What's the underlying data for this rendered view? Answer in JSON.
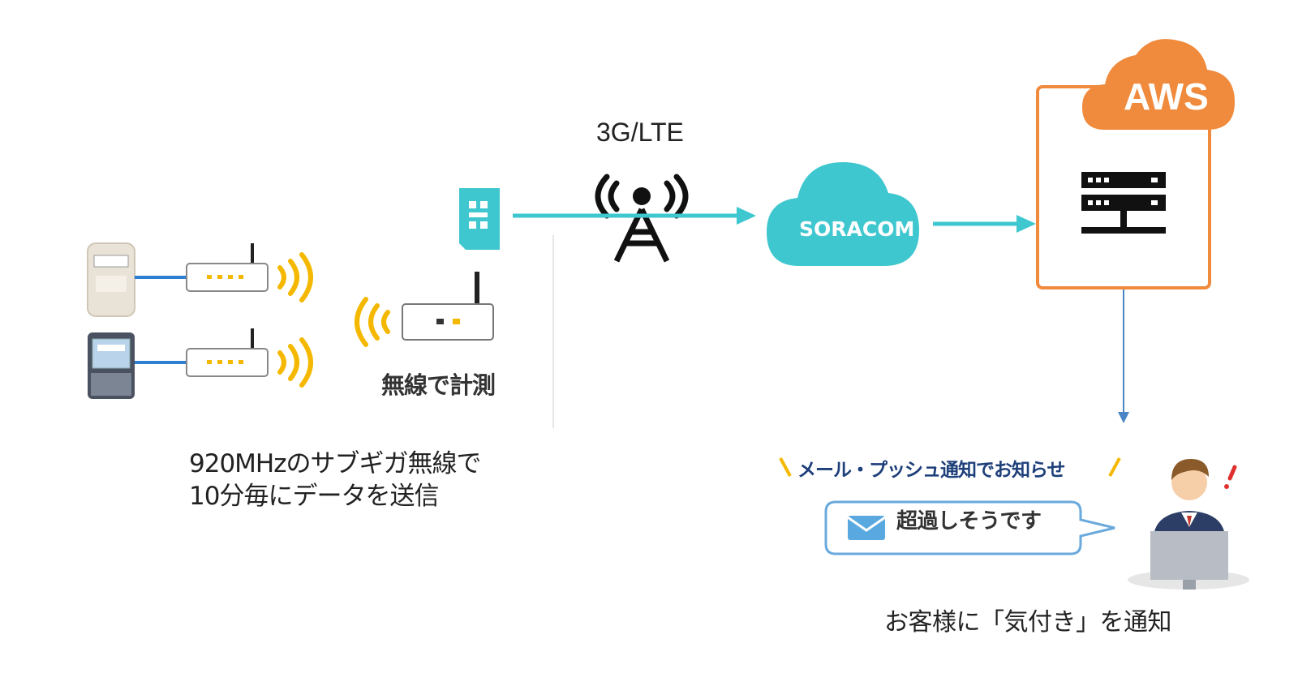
{
  "labels": {
    "network": "3G/LTE",
    "cloud_provider": "AWS",
    "sim_platform": "SORACOM",
    "measure": "無線で計測",
    "wireless_line1": "920MHzのサブギガ無線で",
    "wireless_line2": "10分毎にデータを送信",
    "notify_banner": "メール・プッシュ通知でお知らせ",
    "message": "超過しそうです",
    "customer_notice": "お客様に「気付き」を通知"
  },
  "colors": {
    "teal": "#3fc7cf",
    "aws_orange": "#f08a3c",
    "wave_yellow": "#f5b800",
    "cable_blue": "#2f7fd0",
    "arrow_down": "#4a86c5",
    "bubble_border": "#6aa9dc"
  }
}
